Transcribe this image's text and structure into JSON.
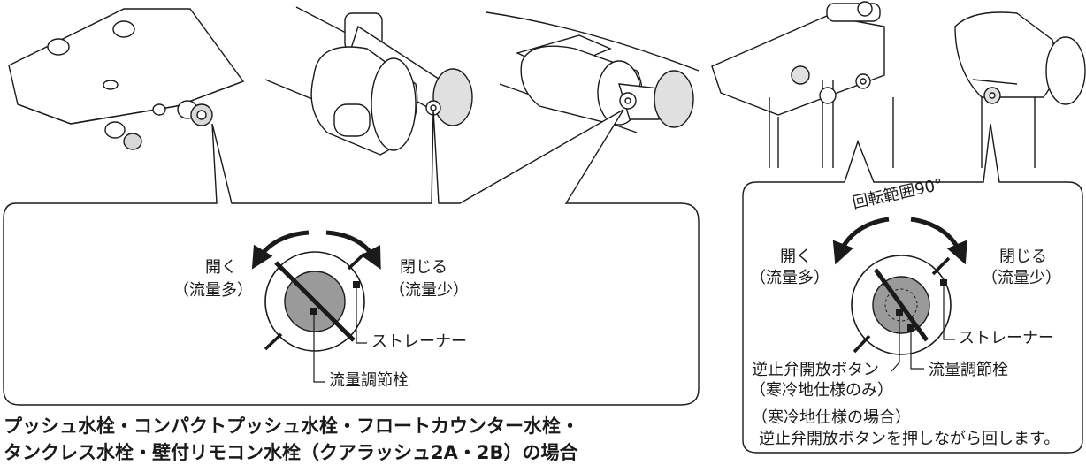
{
  "left": {
    "open_label": "開く",
    "open_sub": "（流量多）",
    "close_label": "閉じる",
    "close_sub": "（流量少）",
    "strainer": "ストレーナー",
    "flow_valve": "流量調節栓"
  },
  "right": {
    "rotation": "回転範囲90°",
    "open_label": "開く",
    "open_sub": "（流量多）",
    "close_label": "閉じる",
    "close_sub": "（流量少）",
    "strainer": "ストレーナー",
    "check_valve": "逆止弁開放ボタン",
    "check_valve_sub": "（寒冷地仕様のみ）",
    "flow_valve": "流量調節栓",
    "note_line1": "（寒冷地仕様の場合）",
    "note_line2": "逆止弁開放ボタンを押しながら回します。"
  },
  "caption": {
    "line1": "プッシュ水栓・コンパクトプッシュ水栓・フロートカウンター水栓・",
    "line2": "タンクレス水栓・壁付リモコン水栓（クアラッシュ2A・2B）の場合"
  }
}
